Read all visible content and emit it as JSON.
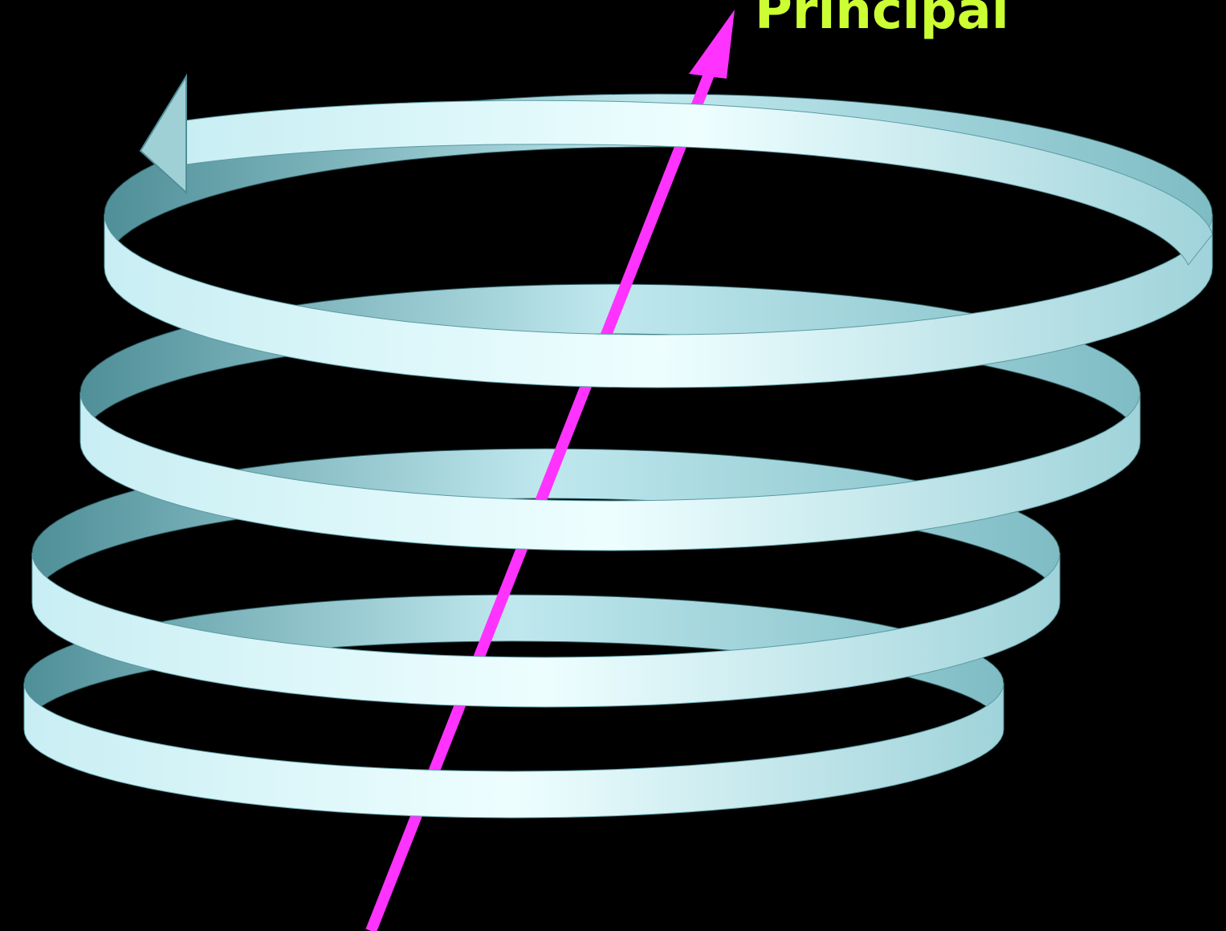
{
  "diagram": {
    "axis_label": "Principal",
    "colors": {
      "background": "#000000",
      "ribbon_light": "#eefeff",
      "ribbon_mid": "#bfe8ee",
      "ribbon_dark": "#3f7f88",
      "axis": "#ff33ff",
      "label": "#ccff33"
    },
    "elements": {
      "axis": "principal-axis-arrow",
      "ribbon": "helical-ribbon-with-arrowhead"
    }
  }
}
